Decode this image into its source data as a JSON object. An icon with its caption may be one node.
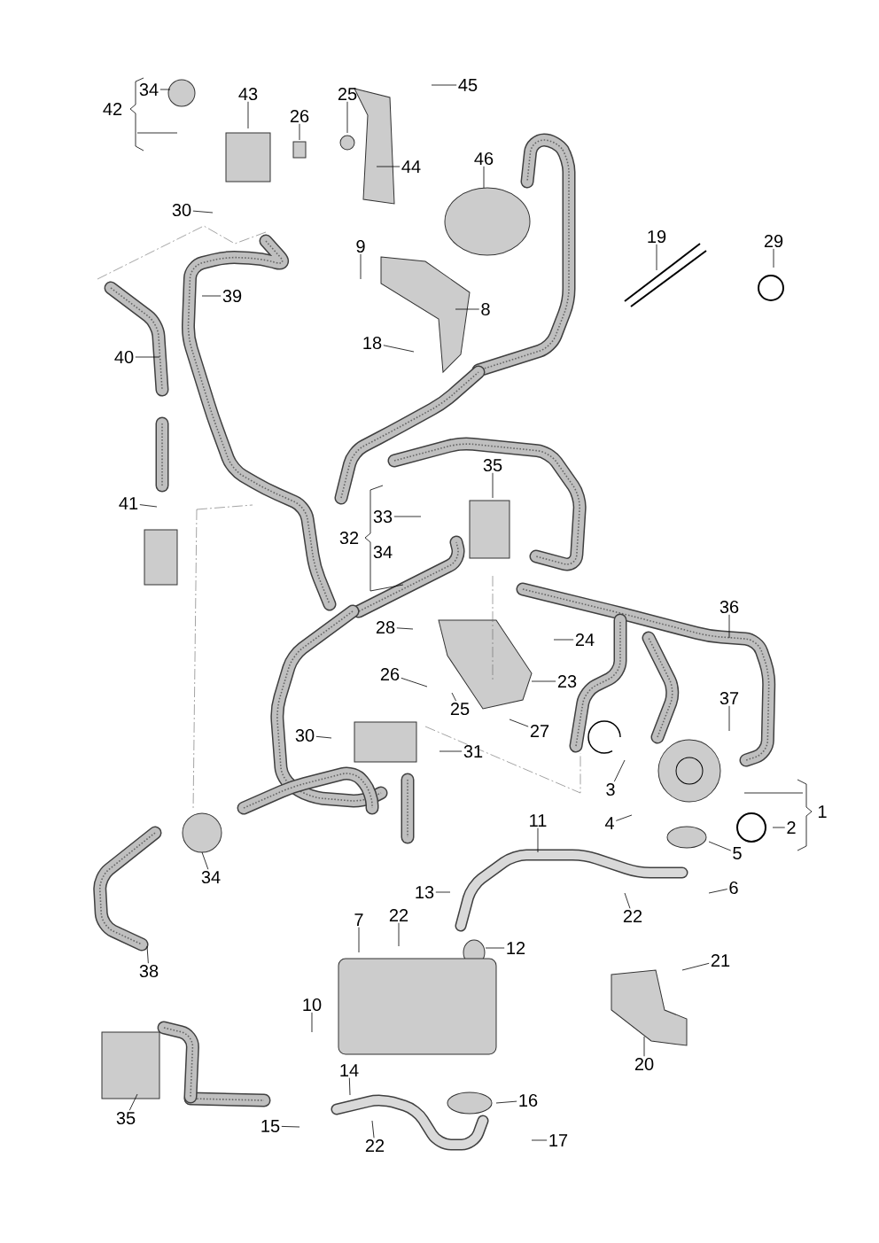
{
  "diagram": {
    "nodes": [
      {
        "text": [
          "45"
        ]
      },
      {
        "text": [
          "34"
        ]
      },
      {
        "text": [
          "43"
        ]
      },
      {
        "text": [
          "25"
        ]
      },
      {
        "text": [
          "42"
        ]
      },
      {
        "text": [
          "26"
        ]
      },
      {
        "text": [
          "46"
        ]
      },
      {
        "text": [
          "44"
        ]
      },
      {
        "text": [
          "30"
        ]
      },
      {
        "text": [
          "19"
        ]
      },
      {
        "text": [
          "29"
        ]
      },
      {
        "text": [
          "9"
        ]
      },
      {
        "text": [
          "39"
        ]
      },
      {
        "text": [
          "8"
        ]
      },
      {
        "text": [
          "18"
        ]
      },
      {
        "text": [
          "40"
        ]
      },
      {
        "text": [
          "35"
        ]
      },
      {
        "text": [
          "41"
        ]
      },
      {
        "text": [
          "33"
        ]
      },
      {
        "text": [
          "32"
        ]
      },
      {
        "text": [
          "34"
        ]
      },
      {
        "text": [
          "36"
        ]
      },
      {
        "text": [
          "28"
        ]
      },
      {
        "text": [
          "24"
        ]
      },
      {
        "text": [
          "26"
        ]
      },
      {
        "text": [
          "23"
        ]
      },
      {
        "text": [
          "37"
        ]
      },
      {
        "text": [
          "25"
        ]
      },
      {
        "text": [
          "27"
        ]
      },
      {
        "text": [
          "30"
        ]
      },
      {
        "text": [
          "31"
        ]
      },
      {
        "text": [
          "3"
        ]
      },
      {
        "text": [
          "1"
        ]
      },
      {
        "text": [
          "11"
        ]
      },
      {
        "text": [
          "4"
        ]
      },
      {
        "text": [
          "2"
        ]
      },
      {
        "text": [
          "5"
        ]
      },
      {
        "text": [
          "34"
        ]
      },
      {
        "text": [
          "6"
        ]
      },
      {
        "text": [
          "13"
        ]
      },
      {
        "text": [
          "22"
        ]
      },
      {
        "text": [
          "22"
        ]
      },
      {
        "text": [
          "7"
        ]
      },
      {
        "text": [
          "12"
        ]
      },
      {
        "text": [
          "21"
        ]
      },
      {
        "text": [
          "38"
        ]
      },
      {
        "text": [
          "10"
        ]
      },
      {
        "text": [
          "20"
        ]
      },
      {
        "text": [
          "14"
        ]
      },
      {
        "text": [
          "16"
        ]
      },
      {
        "text": [
          "35"
        ]
      },
      {
        "text": [
          "15"
        ]
      },
      {
        "text": [
          "17"
        ]
      },
      {
        "text": [
          "22"
        ]
      }
    ],
    "edges": [
      {
        "from": 0,
        "to": null,
        "arrow": "none"
      },
      {
        "from": 1,
        "to": null,
        "arrow": "none"
      },
      {
        "from": 2,
        "to": null,
        "arrow": "none"
      },
      {
        "from": 3,
        "to": null,
        "arrow": "none"
      },
      {
        "from": 5,
        "to": null,
        "arrow": "none"
      },
      {
        "from": 6,
        "to": null,
        "arrow": "none"
      },
      {
        "from": 7,
        "to": null,
        "arrow": "none"
      },
      {
        "from": 8,
        "to": null,
        "arrow": "none"
      },
      {
        "from": 9,
        "to": null,
        "arrow": "none"
      },
      {
        "from": 10,
        "to": null,
        "arrow": "none"
      },
      {
        "from": 11,
        "to": null,
        "arrow": "none"
      },
      {
        "from": 12,
        "to": null,
        "arrow": "none"
      },
      {
        "from": 13,
        "to": null,
        "arrow": "none"
      },
      {
        "from": 14,
        "to": null,
        "arrow": "none"
      },
      {
        "from": 15,
        "to": null,
        "arrow": "none"
      },
      {
        "from": 16,
        "to": null,
        "arrow": "none"
      },
      {
        "from": 17,
        "to": null,
        "arrow": "none"
      },
      {
        "from": 18,
        "to": null,
        "arrow": "none"
      },
      {
        "from": 21,
        "to": null,
        "arrow": "none"
      },
      {
        "from": 22,
        "to": null,
        "arrow": "none"
      },
      {
        "from": 23,
        "to": null,
        "arrow": "none"
      },
      {
        "from": 24,
        "to": null,
        "arrow": "none"
      },
      {
        "from": 25,
        "to": null,
        "arrow": "none"
      },
      {
        "from": 26,
        "to": null,
        "arrow": "none"
      },
      {
        "from": 27,
        "to": null,
        "arrow": "none"
      },
      {
        "from": 28,
        "to": null,
        "arrow": "none"
      },
      {
        "from": 29,
        "to": null,
        "arrow": "none"
      },
      {
        "from": 30,
        "to": null,
        "arrow": "none"
      },
      {
        "from": 31,
        "to": null,
        "arrow": "none"
      },
      {
        "from": 33,
        "to": null,
        "arrow": "none"
      },
      {
        "from": 34,
        "to": null,
        "arrow": "none"
      },
      {
        "from": 35,
        "to": null,
        "arrow": "none"
      },
      {
        "from": 36,
        "to": null,
        "arrow": "none"
      },
      {
        "from": 37,
        "to": null,
        "arrow": "none"
      },
      {
        "from": 38,
        "to": null,
        "arrow": "none"
      },
      {
        "from": 39,
        "to": null,
        "arrow": "none"
      },
      {
        "from": 40,
        "to": null,
        "arrow": "none"
      },
      {
        "from": 41,
        "to": null,
        "arrow": "none"
      },
      {
        "from": 42,
        "to": null,
        "arrow": "none"
      },
      {
        "from": 43,
        "to": null,
        "arrow": "none"
      },
      {
        "from": 44,
        "to": null,
        "arrow": "none"
      },
      {
        "from": 45,
        "to": null,
        "arrow": "none"
      },
      {
        "from": 46,
        "to": null,
        "arrow": "none"
      },
      {
        "from": 47,
        "to": null,
        "arrow": "none"
      },
      {
        "from": 48,
        "to": null,
        "arrow": "none"
      },
      {
        "from": 49,
        "to": null,
        "arrow": "none"
      },
      {
        "from": 50,
        "to": null,
        "arrow": "none"
      },
      {
        "from": 51,
        "to": null,
        "arrow": "none"
      },
      {
        "from": 52,
        "to": null,
        "arrow": "none"
      },
      {
        "from": 53,
        "to": null,
        "arrow": "none"
      }
    ]
  }
}
